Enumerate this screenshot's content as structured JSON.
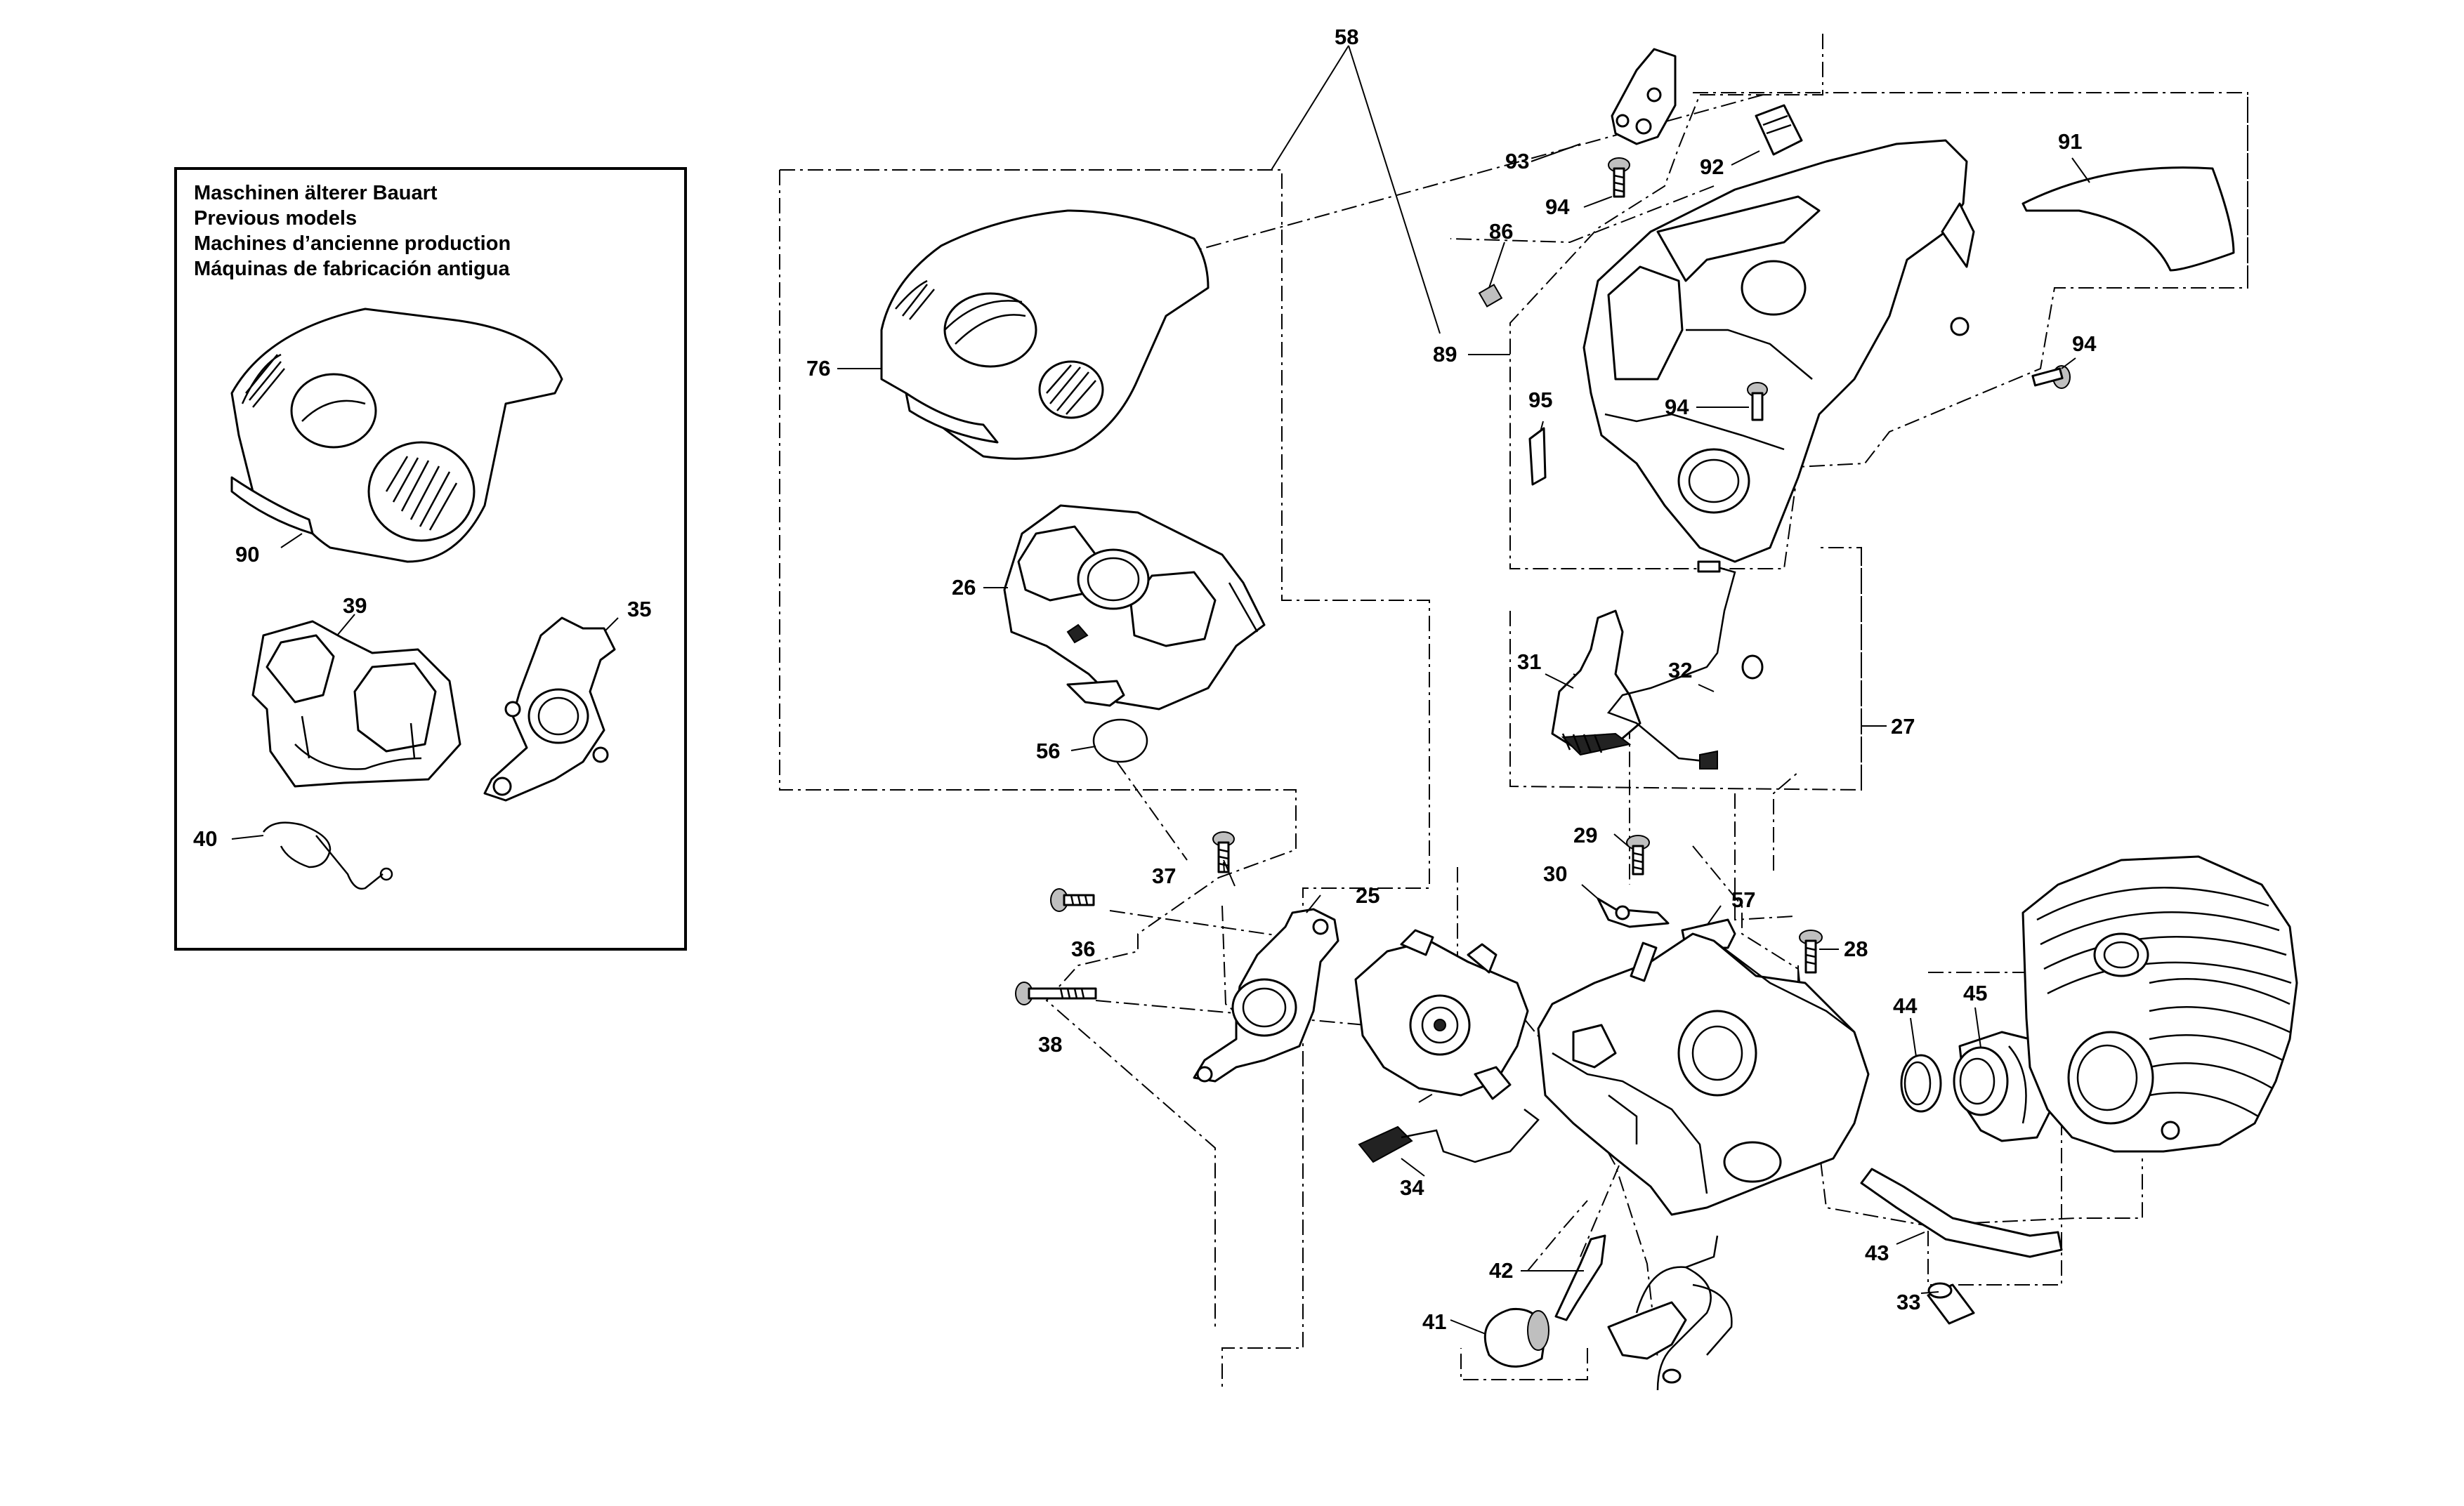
{
  "inset": {
    "title_lines": [
      "Maschinen älterer Bauart",
      "Previous models",
      "Machines d’ancienne production",
      "Máquinas de fabricación antigua"
    ]
  },
  "callouts": {
    "c25": "25",
    "c26": "26",
    "c27": "27",
    "c28": "28",
    "c29": "29",
    "c30": "30",
    "c31": "31",
    "c32": "32",
    "c33": "33",
    "c34": "34",
    "c35": "35",
    "c36": "36",
    "c37": "37",
    "c38": "38",
    "c39": "39",
    "c40": "40",
    "c41": "41",
    "c42": "42",
    "c43": "43",
    "c44": "44",
    "c45": "45",
    "c56": "56",
    "c57": "57",
    "c58": "58",
    "c76": "76",
    "c86": "86",
    "c89": "89",
    "c90": "90",
    "c91": "91",
    "c92": "92",
    "c93": "93",
    "c94a": "94",
    "c94b": "94",
    "c94c": "94",
    "c95": "95"
  }
}
